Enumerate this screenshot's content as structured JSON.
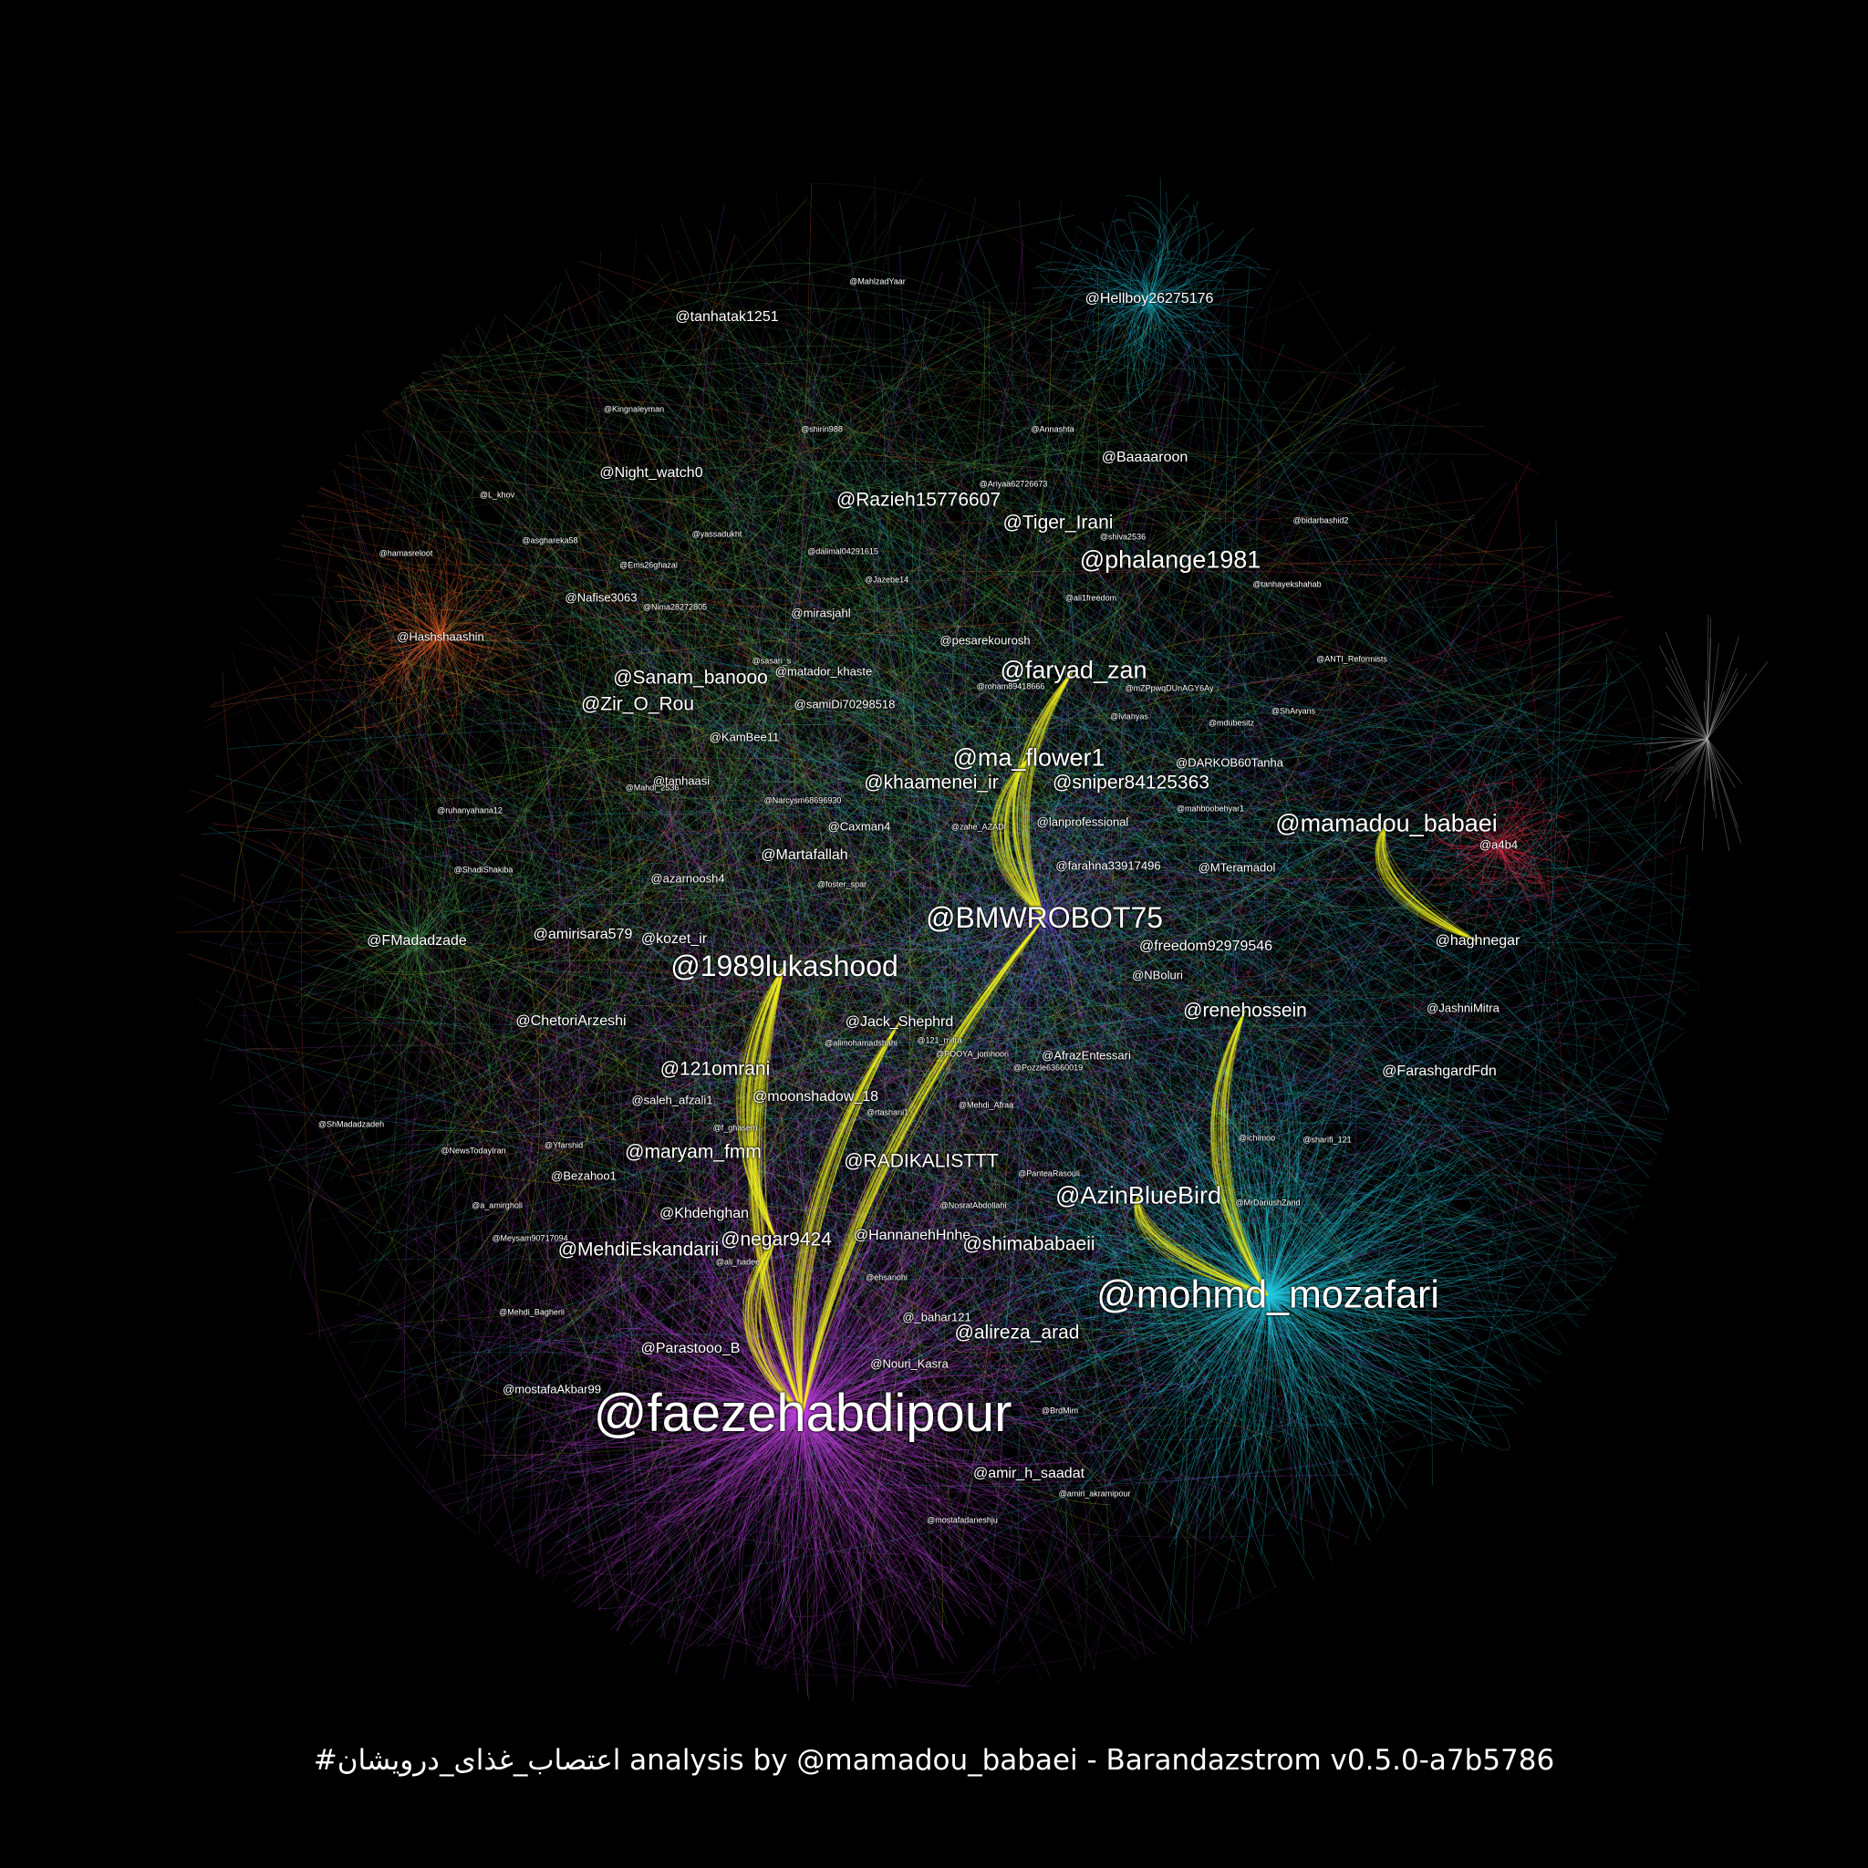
{
  "caption": "#اعتصاب_غذای_درویشان analysis by @mamadou_babaei - Barandazstrom v0.5.0-a7b5786",
  "cluster_colors": {
    "magenta": "#c040e0",
    "cyan": "#22c8e0",
    "green": "#58c860",
    "yellow": "#f0f020",
    "orange": "#ff6a2a",
    "red": "#ff3050",
    "violet": "#8060ff",
    "grey": "#b0b0b0"
  },
  "nodes": [
    {
      "name": "@faezehabdipour",
      "rank": 1,
      "cluster": "magenta"
    },
    {
      "name": "@mohmd_mozafari",
      "rank": 2,
      "cluster": "cyan"
    },
    {
      "name": "@BMWROBOT75",
      "rank": 3,
      "cluster": "violet"
    },
    {
      "name": "@1989lukashood",
      "rank": 3,
      "cluster": "yellow"
    },
    {
      "name": "@faryad_zan",
      "rank": 4,
      "cluster": "green"
    },
    {
      "name": "@ma_flower1",
      "rank": 4,
      "cluster": "green"
    },
    {
      "name": "@phalange1981",
      "rank": 4,
      "cluster": "cyan"
    },
    {
      "name": "@mamadou_babaei",
      "rank": 4,
      "cluster": "cyan"
    },
    {
      "name": "@AzinBlueBird",
      "rank": 4,
      "cluster": "violet"
    },
    {
      "name": "@Tiger_Irani",
      "rank": 5,
      "cluster": "green"
    },
    {
      "name": "@Sanam_banooo",
      "rank": 5,
      "cluster": "green"
    },
    {
      "name": "@Zir_O_Rou",
      "rank": 5,
      "cluster": "green"
    },
    {
      "name": "@khaamenei_ir",
      "rank": 5,
      "cluster": "green"
    },
    {
      "name": "@sniper84125363",
      "rank": 5,
      "cluster": "green"
    },
    {
      "name": "@renehossein",
      "rank": 5,
      "cluster": "cyan"
    },
    {
      "name": "@RADIKALISTTT",
      "rank": 5,
      "cluster": "violet"
    },
    {
      "name": "@maryam_fmm",
      "rank": 5,
      "cluster": "magenta"
    },
    {
      "name": "@negar9424",
      "rank": 5,
      "cluster": "yellow"
    },
    {
      "name": "@shimababaeii",
      "rank": 5,
      "cluster": "magenta"
    },
    {
      "name": "@MehdiEskandarii",
      "rank": 5,
      "cluster": "magenta"
    },
    {
      "name": "@121omrani",
      "rank": 5,
      "cluster": "yellow"
    },
    {
      "name": "@Razieh15776607",
      "rank": 5,
      "cluster": "green"
    },
    {
      "name": "@alireza_arad",
      "rank": 5,
      "cluster": "magenta"
    },
    {
      "name": "@FMadadzade",
      "rank": 6,
      "cluster": "green"
    },
    {
      "name": "@amirisara579",
      "rank": 6,
      "cluster": "green"
    },
    {
      "name": "@freedom92979546",
      "rank": 6,
      "cluster": "cyan"
    },
    {
      "name": "@haghnegar",
      "rank": 6,
      "cluster": "cyan"
    },
    {
      "name": "@Jack_Shephrd",
      "rank": 6,
      "cluster": "yellow"
    },
    {
      "name": "@Khdehghan",
      "rank": 6,
      "cluster": "magenta"
    },
    {
      "name": "@FarashgardFdn",
      "rank": 6,
      "cluster": "cyan"
    },
    {
      "name": "@Night_watch0",
      "rank": 6,
      "cluster": "green"
    },
    {
      "name": "@Baaaaroon",
      "rank": 6,
      "cluster": "cyan"
    },
    {
      "name": "@tanhatak1251",
      "rank": 6,
      "cluster": "violet"
    },
    {
      "name": "@Hellboy26275176",
      "rank": 6,
      "cluster": "cyan"
    },
    {
      "name": "@ChetoriArzeshi",
      "rank": 6,
      "cluster": "green"
    },
    {
      "name": "@kozet_ir",
      "rank": 6,
      "cluster": "green"
    },
    {
      "name": "@Martafallah",
      "rank": 6,
      "cluster": "green"
    },
    {
      "name": "@moonshadow_18",
      "rank": 6,
      "cluster": "yellow"
    },
    {
      "name": "@HannanehHnhe",
      "rank": 6,
      "cluster": "magenta"
    },
    {
      "name": "@amir_h_saadat",
      "rank": 6,
      "cluster": "magenta"
    },
    {
      "name": "@Parastooo_B",
      "rank": 6,
      "cluster": "magenta"
    },
    {
      "name": "@Hashshaashin",
      "rank": 7,
      "cluster": "orange"
    },
    {
      "name": "@pesarekourosh",
      "rank": 7,
      "cluster": "green"
    },
    {
      "name": "@azarnoosh4",
      "rank": 7,
      "cluster": "green"
    },
    {
      "name": "@farahna33917496",
      "rank": 7,
      "cluster": "cyan"
    },
    {
      "name": "@saleh_afzali1",
      "rank": 7,
      "cluster": "yellow"
    },
    {
      "name": "@_bahar121",
      "rank": 7,
      "cluster": "magenta"
    },
    {
      "name": "@Nouri_Kasra",
      "rank": 7,
      "cluster": "magenta"
    },
    {
      "name": "@tanhaasi",
      "rank": 7,
      "cluster": "green"
    },
    {
      "name": "@Nafise3063",
      "rank": 7,
      "cluster": "green"
    },
    {
      "name": "@JashniMitra",
      "rank": 7,
      "cluster": "cyan"
    },
    {
      "name": "@mostafaAkbar99",
      "rank": 7,
      "cluster": "magenta"
    },
    {
      "name": "@Bezahoo1",
      "rank": 7,
      "cluster": "magenta"
    },
    {
      "name": "@lanprofessional",
      "rank": 7,
      "cluster": "green"
    },
    {
      "name": "@KamBee11",
      "rank": 7,
      "cluster": "green"
    },
    {
      "name": "@samiDi70298518",
      "rank": 7,
      "cluster": "green"
    },
    {
      "name": "@matador_khaste",
      "rank": 7,
      "cluster": "green"
    },
    {
      "name": "@MTeramadol",
      "rank": 7,
      "cluster": "cyan"
    },
    {
      "name": "@DARKOB60Tanha",
      "rank": 7,
      "cluster": "green"
    },
    {
      "name": "@mirasjahl",
      "rank": 7,
      "cluster": "green"
    },
    {
      "name": "@Caxman4",
      "rank": 7,
      "cluster": "green"
    },
    {
      "name": "@NBoluri",
      "rank": 7,
      "cluster": "cyan"
    },
    {
      "name": "@AfrazEntessari",
      "rank": 7,
      "cluster": "violet"
    },
    {
      "name": "@a4b4",
      "rank": 7,
      "cluster": "red"
    },
    {
      "name": "@ShMadadzadeh",
      "rank": 8,
      "cluster": "yellow"
    },
    {
      "name": "@MahlzadYaar",
      "rank": 8,
      "cluster": "violet"
    },
    {
      "name": "@shiva2536",
      "rank": 8,
      "cluster": "cyan"
    },
    {
      "name": "@Ariyaa62726673",
      "rank": 8,
      "cluster": "green"
    },
    {
      "name": "@dalimal04291615",
      "rank": 8,
      "cluster": "green"
    },
    {
      "name": "@roham89418666",
      "rank": 8,
      "cluster": "green"
    },
    {
      "name": "@mZPpwqDUnAGY6Ay",
      "rank": 8,
      "cluster": "green"
    },
    {
      "name": "@ANTI_Reformists",
      "rank": 8,
      "cluster": "cyan"
    },
    {
      "name": "@alimohamadshahi",
      "rank": 8,
      "cluster": "yellow"
    },
    {
      "name": "@POOYA_jomhoori",
      "rank": 8,
      "cluster": "violet"
    },
    {
      "name": "@Mehdi_Afraa",
      "rank": 8,
      "cluster": "magenta"
    },
    {
      "name": "@PanteaRasouli",
      "rank": 8,
      "cluster": "violet"
    },
    {
      "name": "@NosratAbdollahi",
      "rank": 8,
      "cluster": "magenta"
    },
    {
      "name": "@MrDariushZand",
      "rank": 8,
      "cluster": "cyan"
    },
    {
      "name": "@sharifi_121",
      "rank": 8,
      "cluster": "cyan"
    },
    {
      "name": "@ali_hadee",
      "rank": 8,
      "cluster": "magenta"
    },
    {
      "name": "@BrdMim",
      "rank": 8,
      "cluster": "magenta"
    },
    {
      "name": "@a_amirgholi",
      "rank": 8,
      "cluster": "magenta"
    },
    {
      "name": "@Meysam90717094",
      "rank": 8,
      "cluster": "magenta"
    },
    {
      "name": "@Mehdi_Bagherii",
      "rank": 8,
      "cluster": "magenta"
    },
    {
      "name": "@L_khov",
      "rank": 8,
      "cluster": "orange"
    },
    {
      "name": "@bidarbashid2",
      "rank": 8,
      "cluster": "cyan"
    },
    {
      "name": "@tanhayekshahab",
      "rank": 8,
      "cluster": "cyan"
    },
    {
      "name": "@shirin988",
      "rank": 8,
      "cluster": "green"
    },
    {
      "name": "@Annashta",
      "rank": 8,
      "cluster": "green"
    },
    {
      "name": "@lvlahyas",
      "rank": 8,
      "cluster": "green"
    },
    {
      "name": "@sasari_s",
      "rank": 8,
      "cluster": "green"
    },
    {
      "name": "@foster_spar",
      "rank": 8,
      "cluster": "green"
    },
    {
      "name": "@ehsanohi",
      "rank": 8,
      "cluster": "magenta"
    },
    {
      "name": "@ichimoo",
      "rank": 8,
      "cluster": "cyan"
    },
    {
      "name": "@f_ghasem",
      "rank": 8,
      "cluster": "yellow"
    },
    {
      "name": "@Nima28272805",
      "rank": 8,
      "cluster": "green"
    },
    {
      "name": "@Ems26ghazal",
      "rank": 8,
      "cluster": "green"
    },
    {
      "name": "@asghareka58",
      "rank": 8,
      "cluster": "green"
    },
    {
      "name": "@ShadiShakiba",
      "rank": 8,
      "cluster": "green"
    },
    {
      "name": "@ruhanyahana12",
      "rank": 8,
      "cluster": "green"
    },
    {
      "name": "@NewsTodayIran",
      "rank": 8,
      "cluster": "magenta"
    },
    {
      "name": "@Yfarshid",
      "rank": 8,
      "cluster": "magenta"
    },
    {
      "name": "@amiri_akramipour",
      "rank": 8,
      "cluster": "magenta"
    },
    {
      "name": "@mostafadaneshju",
      "rank": 8,
      "cluster": "magenta"
    },
    {
      "name": "@Kingnaleyman",
      "rank": 8,
      "cluster": "violet"
    },
    {
      "name": "@hamasreloot",
      "rank": 8,
      "cluster": "orange"
    },
    {
      "name": "@zahe_AZADI",
      "rank": 8,
      "cluster": "green"
    },
    {
      "name": "@Narcysm68696930",
      "rank": 8,
      "cluster": "green"
    },
    {
      "name": "@Pozzle63660019",
      "rank": 8,
      "cluster": "violet"
    },
    {
      "name": "@121_mitra",
      "rank": 8,
      "cluster": "violet"
    },
    {
      "name": "@rtashani1",
      "rank": 8,
      "cluster": "yellow"
    },
    {
      "name": "@Mahdi_2536",
      "rank": 8,
      "cluster": "green"
    },
    {
      "name": "@yassadukht",
      "rank": 8,
      "cluster": "green"
    },
    {
      "name": "@Jazebe14",
      "rank": 8,
      "cluster": "green"
    },
    {
      "name": "@ali1freedom",
      "rank": 8,
      "cluster": "cyan"
    },
    {
      "name": "@mdubesitz",
      "rank": 8,
      "cluster": "green"
    },
    {
      "name": "@ShAryans",
      "rank": 8,
      "cluster": "cyan"
    },
    {
      "name": "@mahboobehyar1",
      "rank": 8,
      "cluster": "green"
    }
  ],
  "edge_endpoints": [
    {
      "from": "@faezehabdipour",
      "to": "@1989lukashood"
    },
    {
      "from": "@faezehabdipour",
      "to": "@BMWROBOT75"
    },
    {
      "from": "@faezehabdipour",
      "to": "@negar9424"
    },
    {
      "from": "@faezehabdipour",
      "to": "@Jack_Shephrd"
    },
    {
      "from": "@negar9424",
      "to": "@1989lukashood"
    },
    {
      "from": "@mohmd_mozafari",
      "to": "@AzinBlueBird"
    },
    {
      "from": "@mohmd_mozafari",
      "to": "@renehossein"
    },
    {
      "from": "@BMWROBOT75",
      "to": "@ma_flower1"
    },
    {
      "from": "@BMWROBOT75",
      "to": "@faryad_zan"
    },
    {
      "from": "@mamadou_babaei",
      "to": "@haghnegar"
    }
  ]
}
